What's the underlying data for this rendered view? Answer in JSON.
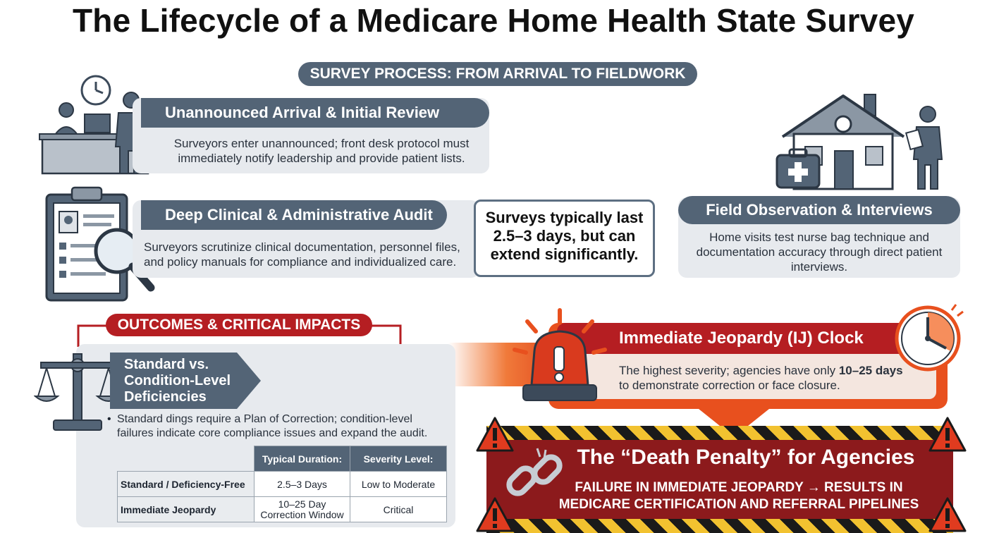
{
  "title": "The Lifecycle of a Medicare Home Health State Survey",
  "section_process": "SURVEY PROCESS: FROM ARRIVAL TO FIELDWORK",
  "step1": {
    "title": "Unannounced Arrival & Initial Review",
    "body": "Surveyors enter unannounced; front desk protocol must immediately notify leadership and provide patient lists."
  },
  "step2": {
    "title": "Deep Clinical & Administrative Audit",
    "body": "Surveyors scrutinize clinical documentation, personnel files, and policy manuals for compliance and individualized care."
  },
  "callout": "Surveys typically last 2.5–3 days, but can extend significantly.",
  "step3": {
    "title": "Field Observation & Interviews",
    "body": "Home visits test nurse bag technique and documentation accuracy through direct patient interviews."
  },
  "section_outcomes": "OUTCOMES & CRITICAL IMPACTS",
  "deficiency": {
    "title": "Standard vs. Condition-Level Deficiencies",
    "bullet": "Standard dings require a Plan of Correction; condition-level failures indicate core compliance issues and expand the audit."
  },
  "table": {
    "headers": [
      "",
      "Typical Duration:",
      "Severity Level:"
    ],
    "rows": [
      [
        "Standard / Deficiency-Free",
        "2.5–3 Days",
        "Low to Moderate"
      ],
      [
        "Immediate Jeopardy",
        "10–25 Day Correction Window",
        "Critical"
      ]
    ]
  },
  "ij": {
    "title": "Immediate Jeopardy (IJ) Clock",
    "body_pre": "The highest severity; agencies have only ",
    "body_bold": "10–25 days",
    "body_post": " to demonstrate correction or face closure."
  },
  "death": {
    "title": "The “Death Penalty” for Agencies",
    "line1": "FAILURE IN IMMEDIATE JEOPARDY → RESULTS IN",
    "line2": "MEDICARE CERTIFICATION AND REFERRAL PIPELINES"
  },
  "colors": {
    "slate": "#536476",
    "card": "#e7eaee",
    "red": "#b51e22",
    "dark_red": "#8c1a1c",
    "orange": "#e8501e",
    "hazard_yellow": "#f2c230"
  }
}
